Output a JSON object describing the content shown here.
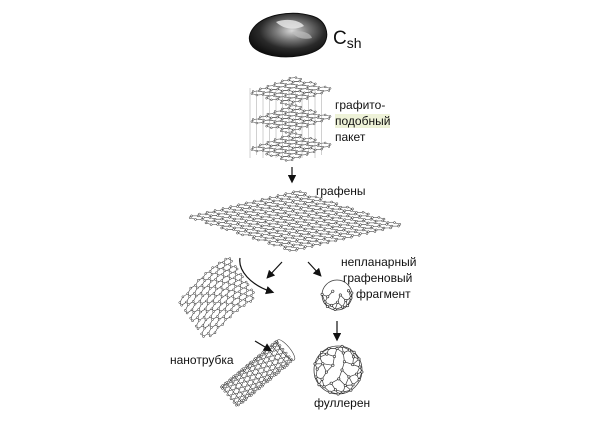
{
  "diagram": {
    "csh_label": {
      "main": "C",
      "sub": "sh"
    },
    "labels": {
      "graphite_line1": "графито-",
      "graphite_line2": "подобный",
      "graphite_line3": "пакет",
      "graphenes": "графены",
      "nonplanar_line1": "непланарный",
      "nonplanar_line2": "графеновый",
      "nonplanar_line3": "фрагмент",
      "nanotube": "нанотрубка",
      "fullerene": "фуллерен"
    },
    "colors": {
      "lattice": "#3a3a3a",
      "node": "#222222",
      "rock_dark": "#1b1b1b",
      "rock_light": "#c9c9c9",
      "highlight": "#eef2d8"
    }
  }
}
